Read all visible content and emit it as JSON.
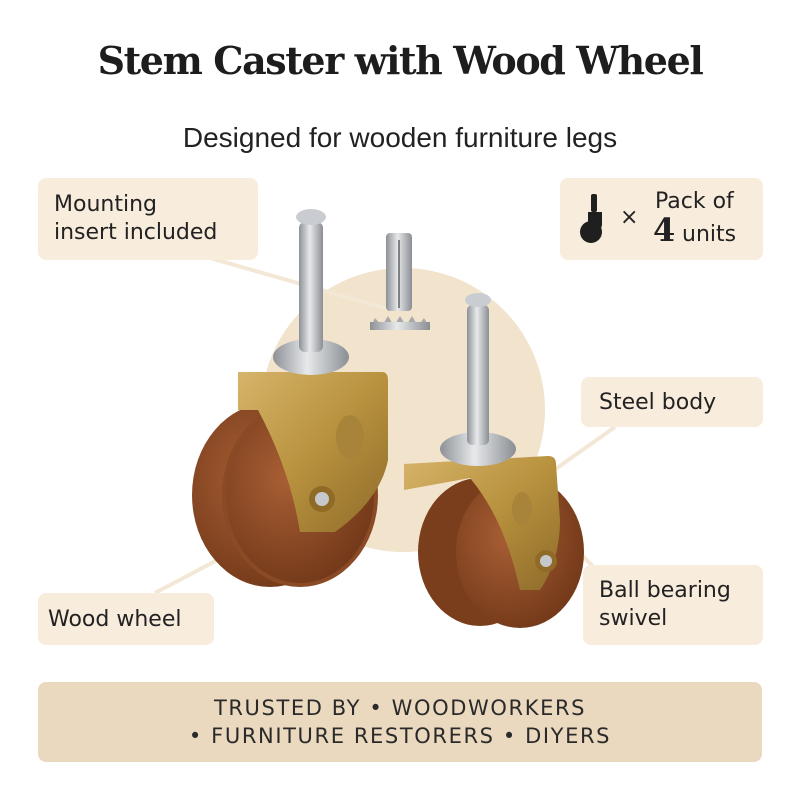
{
  "header": {
    "title": "Stem Caster with Wood Wheel",
    "subtitle": "Designed for wooden furniture legs"
  },
  "callouts": {
    "insert_line1": "Mounting",
    "insert_line2": "insert included",
    "steel": "Steel body",
    "wood": "Wood wheel",
    "ball_line1": "Ball bearing",
    "ball_line2": "swivel"
  },
  "pack": {
    "icon": "caster-icon",
    "times": "×",
    "line1": "Pack of",
    "count": "4",
    "unit": "units"
  },
  "banner": {
    "line1": "TRUSTED BY • WOODWORKERS",
    "line2": "• FURNITURE RESTORERS • DIYERS"
  },
  "colors": {
    "card_bg": "#f8ecdc",
    "banner_bg": "#ead9bf",
    "circle_bg": "#f1e3cc",
    "brass": "#b8923e",
    "wood": "#8a4a25",
    "steel": "#b9bcc0"
  }
}
